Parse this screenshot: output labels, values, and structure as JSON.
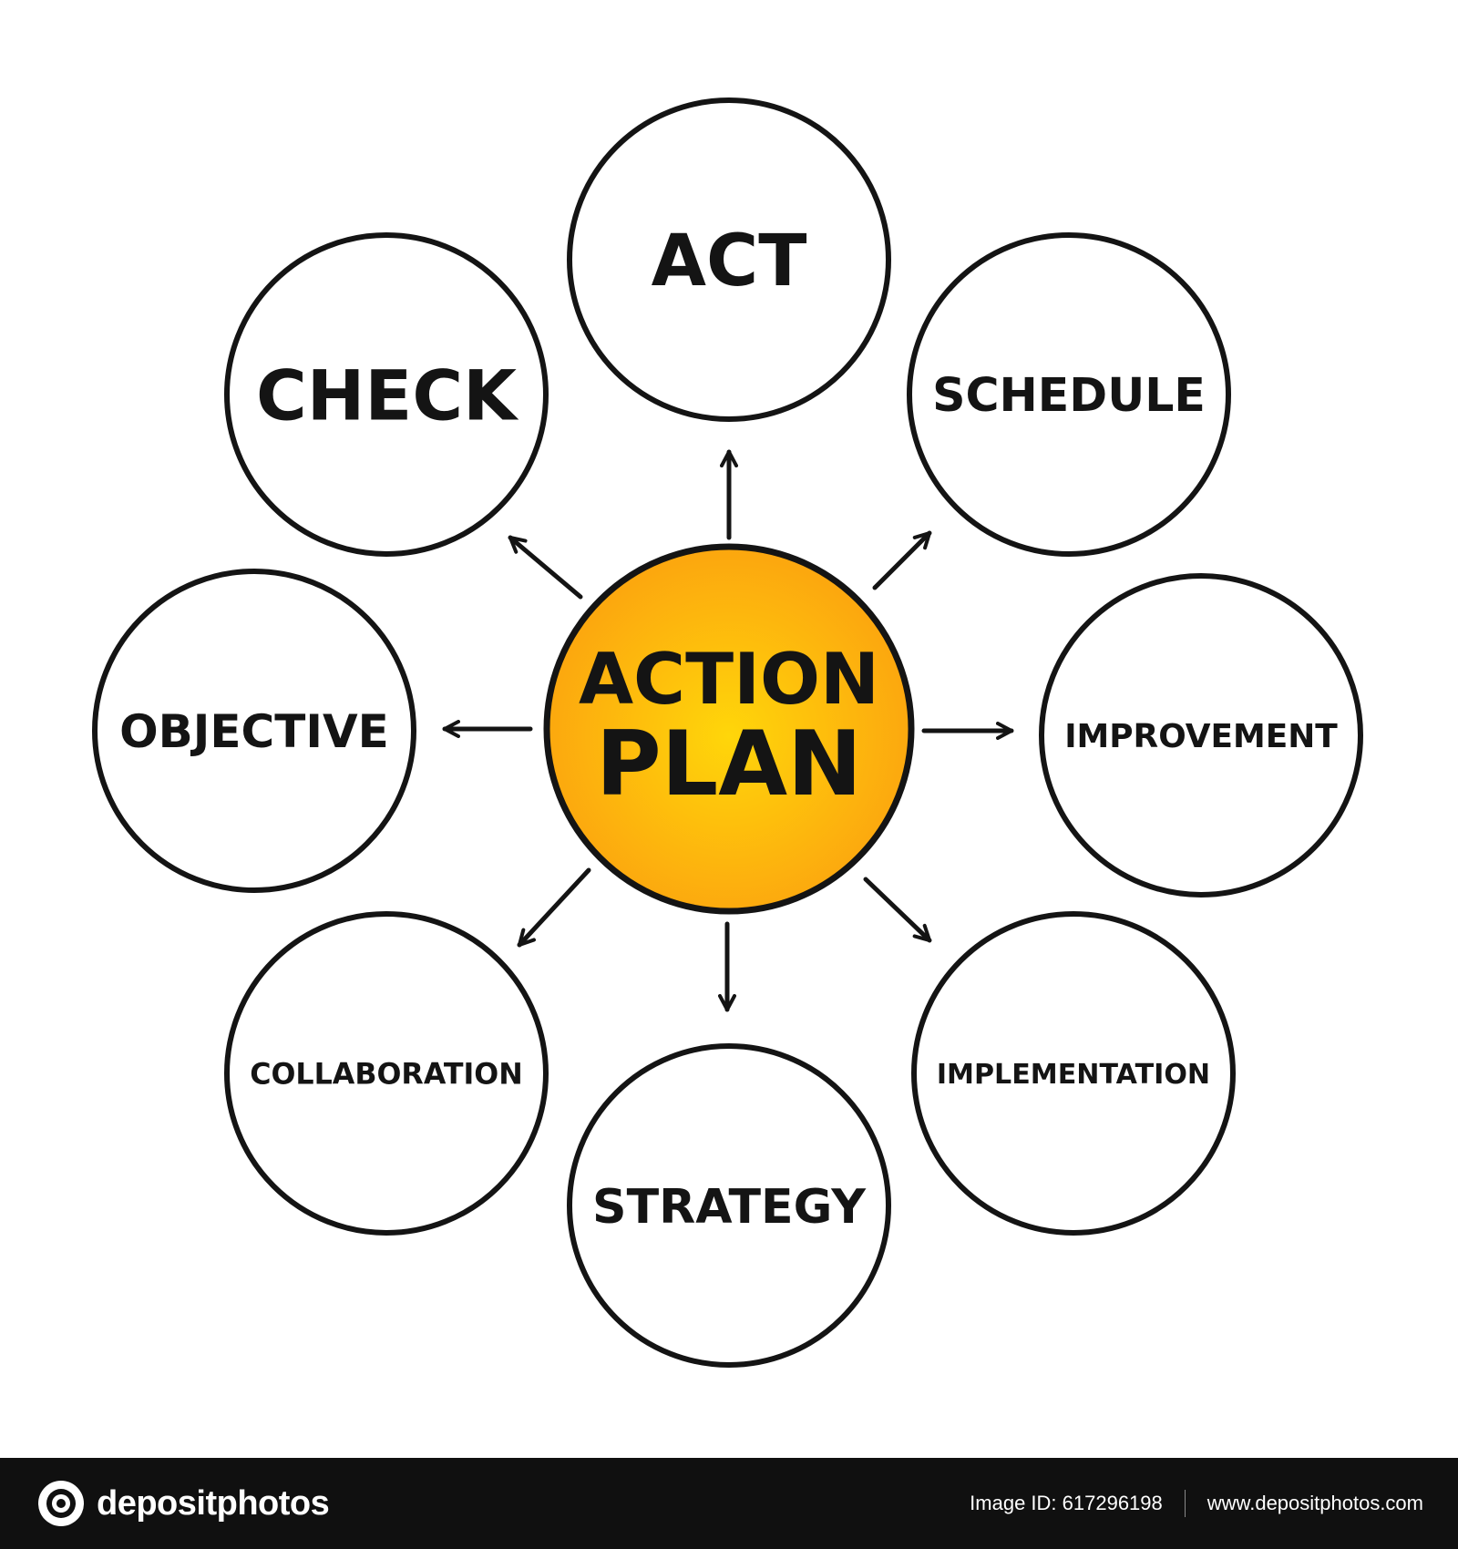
{
  "diagram": {
    "center": {
      "lines": [
        "ACTION",
        "PLAN"
      ],
      "fill_color": "#fca30f",
      "highlight_color": "#ffd60a"
    },
    "nodes": [
      {
        "id": "act",
        "label": "ACT"
      },
      {
        "id": "schedule",
        "label": "SCHEDULE"
      },
      {
        "id": "improvement",
        "label": "IMPROVEMENT"
      },
      {
        "id": "implementation",
        "label": "IMPLEMENTATION"
      },
      {
        "id": "strategy",
        "label": "STRATEGY"
      },
      {
        "id": "collaboration",
        "label": "COLLABORATION"
      },
      {
        "id": "objective",
        "label": "OBJECTIVE"
      },
      {
        "id": "check",
        "label": "CHECK"
      }
    ],
    "stroke_color": "#141414"
  },
  "footer": {
    "brand": "depositphotos",
    "image_id": "Image ID: 617296198",
    "site": "www.depositphotos.com",
    "logo_icon": "camera-lens-logo-icon"
  }
}
